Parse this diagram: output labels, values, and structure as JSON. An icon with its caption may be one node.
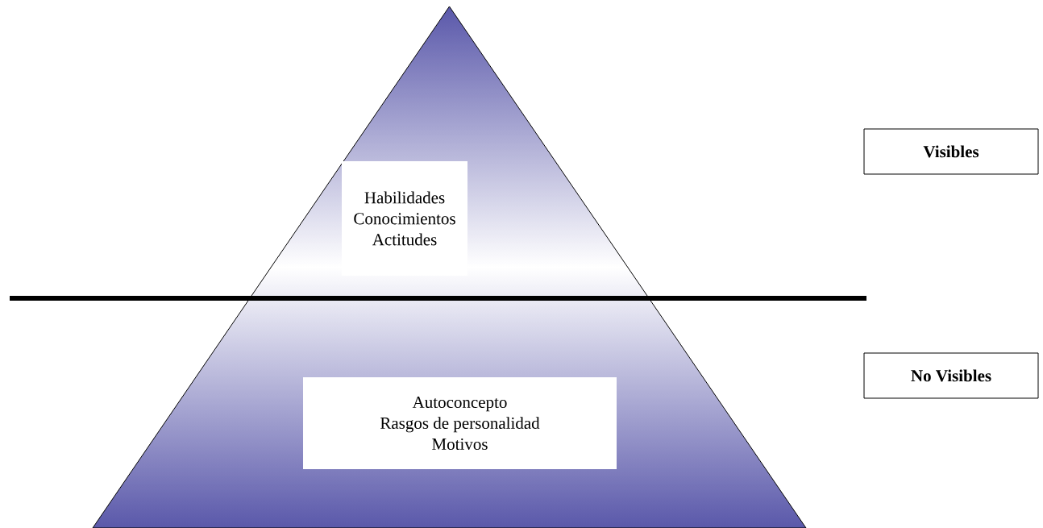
{
  "diagram": {
    "nodes": [
      {
        "text": [],
        "shape": "triangle"
      },
      {
        "text": [
          "Habilidades",
          "Conocimientos",
          "Actitudes"
        ],
        "in": 0
      },
      {
        "text": [
          "Autoconcepto",
          "Rasgos de personalidad",
          "Motivos"
        ],
        "in": 0
      },
      {
        "text": [
          "**Visibles**"
        ]
      },
      {
        "text": [
          "**No Visibles**"
        ]
      }
    ]
  }
}
